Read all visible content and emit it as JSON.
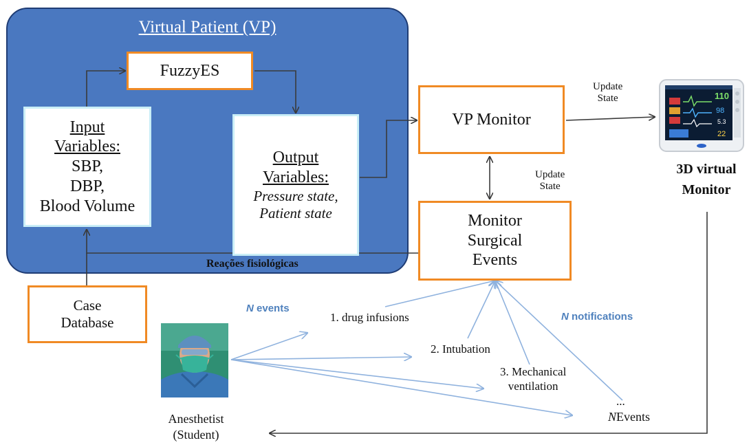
{
  "diagram": {
    "vp_title": "Virtual Patient (VP)",
    "fuzzy_es": "FuzzyES",
    "input_variables": {
      "title_line1": "Input",
      "title_line2": "Variables:",
      "items": [
        "SBP,",
        "DBP,",
        "Blood Volume"
      ]
    },
    "output_variables": {
      "title_line1": "Output",
      "title_line2": "Variables:",
      "items": [
        "Pressure state,",
        "Patient state"
      ]
    },
    "vp_monitor": "VP Monitor",
    "monitor_surgical_events": [
      "Monitor",
      "Surgical",
      "Events"
    ],
    "case_database": [
      "Case",
      "Database"
    ],
    "update_state_top": [
      "Update",
      "State"
    ],
    "update_state_mid": [
      "Update",
      "State"
    ],
    "monitor_3d": [
      "3D virtual",
      "Monitor"
    ],
    "reacoes": "Reações fisiológicas",
    "n_events": {
      "n": "N",
      "text": " events"
    },
    "n_notifications": {
      "n": "N",
      "text": " notifications"
    },
    "events": {
      "e1": "1. drug infusions",
      "e2": "2. Intubation",
      "e3_line1": "3. Mechanical",
      "e3_line2": "ventilation",
      "ellipsis": "...",
      "n_events_n": "N",
      "n_events_text": "Events"
    },
    "student": [
      "Anesthetist",
      "(Student)"
    ],
    "colors": {
      "vp_fill": "#4a78c0",
      "vp_border": "#1f3c74",
      "orange_border": "#f08a24",
      "cyan_border": "#c9eef7",
      "blue_arrow": "#8fb2de",
      "dark_arrow": "#404040"
    },
    "icons": [
      "anesthetist-avatar-icon",
      "patient-monitor-icon"
    ]
  }
}
